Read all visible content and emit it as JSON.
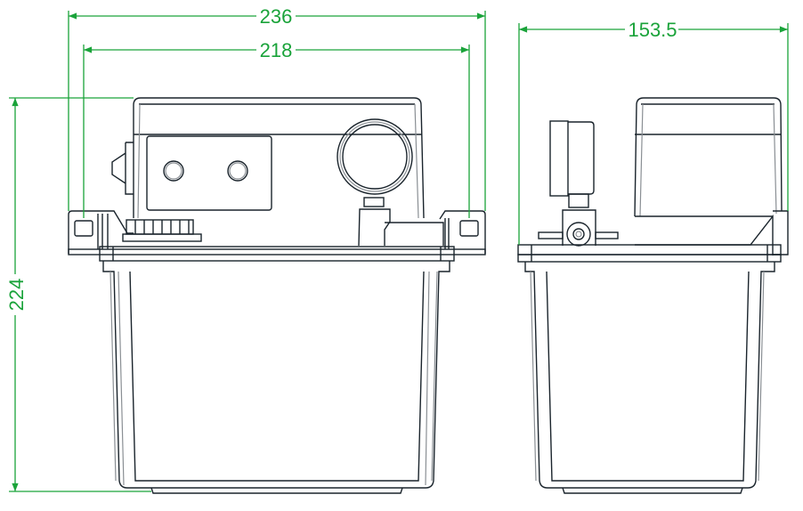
{
  "drawing": {
    "front_view": {
      "overall_width_label": "236",
      "mount_width_label": "218",
      "height_label": "224"
    },
    "side_view": {
      "depth_label": "153.5"
    },
    "colors": {
      "outline": "#1a242c",
      "dimension": "#1aa33a"
    }
  }
}
